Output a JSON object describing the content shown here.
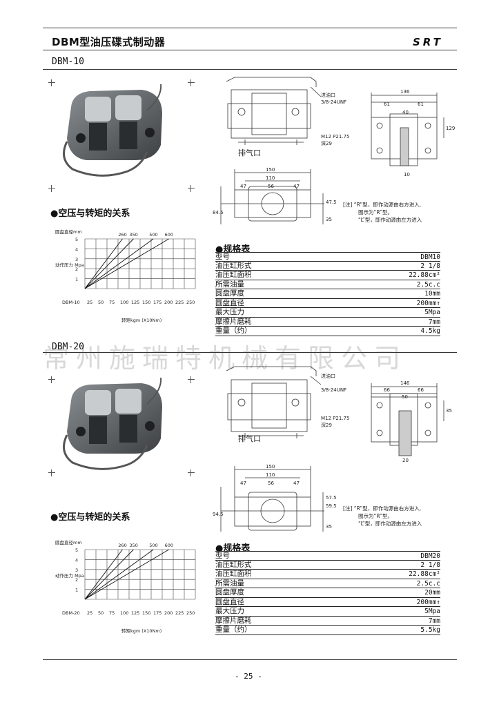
{
  "header": {
    "title": "DBM型油压碟式制动器",
    "logo": "SRT"
  },
  "watermark": "常州施瑞特机械有限公司",
  "page_number": "- 25 -",
  "models": [
    {
      "name": "DBM-10",
      "section_title": "●空压与转矩的关系",
      "spec_title": "●规格表",
      "drawing": {
        "port_label": "进油口",
        "port_thread": "3/8-24UNF",
        "bolt": "M12 P21.75",
        "bolt_depth": "深29",
        "vent": "排气口",
        "dims_side": [
          "136",
          "61",
          "61",
          "40",
          "129",
          "10"
        ],
        "dims_front": [
          "150",
          "110",
          "47",
          "56",
          "47",
          "84.5",
          "47.5",
          "35"
        ]
      },
      "note_lines": [
        "[注]  “R”型，即作动源由右方进入,",
        "图示为“R”型。",
        "“L”型，即作动源由左方进入"
      ],
      "chart_data": {
        "type": "line",
        "title": "",
        "xlabel": "转矩kgm (X10Nm)",
        "ylabel": "动作压力 Mpa",
        "top_axis_label": "圆盘直径mm",
        "model_label": "DBM-10",
        "x_ticks": [
          "25",
          "50",
          "75",
          "100",
          "125",
          "150",
          "175",
          "200",
          "225",
          "250"
        ],
        "y_ticks": [
          "1",
          "2",
          "3",
          "4",
          "5"
        ],
        "top_ticks": [
          "260",
          "350",
          "500",
          "600"
        ],
        "xlim": [
          0,
          250
        ],
        "ylim": [
          0,
          5
        ],
        "grid": true,
        "series": [
          {
            "name": "260",
            "x": [
              0,
              85
            ],
            "y": [
              0,
              5
            ]
          },
          {
            "name": "350",
            "x": [
              0,
              110
            ],
            "y": [
              0,
              5
            ]
          },
          {
            "name": "500",
            "x": [
              0,
              155
            ],
            "y": [
              0,
              5
            ]
          },
          {
            "name": "600",
            "x": [
              0,
              190
            ],
            "y": [
              0,
              5
            ]
          }
        ]
      },
      "specs": [
        {
          "label": "型号",
          "value": "DBM10"
        },
        {
          "label": "油压缸形式",
          "value": "2 1/8"
        },
        {
          "label": "油压缸面积",
          "value": "22.88cm²"
        },
        {
          "label": "所需油量",
          "value": "2.5c.c"
        },
        {
          "label": "圆盘厚度",
          "value": "10mm"
        },
        {
          "label": "圆盘直径",
          "value": "200mm↑"
        },
        {
          "label": "最大压力",
          "value": "5Mpa"
        },
        {
          "label": "摩擦片磨耗",
          "value": "7mm"
        },
        {
          "label": "重量（约）",
          "value": "4.5kg"
        }
      ]
    },
    {
      "name": "DBM-20",
      "section_title": "●空压与转矩的关系",
      "spec_title": "●规格表",
      "drawing": {
        "port_label": "进油口",
        "port_thread": "3/8-24UNF",
        "bolt": "M12 P21.75",
        "bolt_depth": "深29",
        "vent": "排气口",
        "dims_side": [
          "146",
          "66",
          "66",
          "50",
          "35",
          "20"
        ],
        "dims_front": [
          "150",
          "110",
          "47",
          "56",
          "47",
          "94.5",
          "57.5",
          "59.5",
          "35"
        ]
      },
      "note_lines": [
        "[注]  “R”型，即作动源由右方进入,",
        "图示为“R”型。",
        "“L”型，即作动源由左方进入"
      ],
      "chart_data": {
        "type": "line",
        "title": "",
        "xlabel": "转矩kgm (X10Nm)",
        "ylabel": "动作压力 Mpa",
        "top_axis_label": "圆盘直径mm",
        "model_label": "DBM-20",
        "x_ticks": [
          "25",
          "50",
          "75",
          "100",
          "125",
          "150",
          "175",
          "200",
          "225",
          "250"
        ],
        "y_ticks": [
          "1",
          "2",
          "3",
          "4",
          "5"
        ],
        "top_ticks": [
          "260",
          "350",
          "500",
          "600"
        ],
        "xlim": [
          0,
          250
        ],
        "ylim": [
          0,
          5
        ],
        "grid": true,
        "series": [
          {
            "name": "260",
            "x": [
              0,
              85
            ],
            "y": [
              0,
              5
            ]
          },
          {
            "name": "350",
            "x": [
              0,
              110
            ],
            "y": [
              0,
              5
            ]
          },
          {
            "name": "500",
            "x": [
              0,
              155
            ],
            "y": [
              0,
              5
            ]
          },
          {
            "name": "600",
            "x": [
              0,
              190
            ],
            "y": [
              0,
              5
            ]
          }
        ]
      },
      "specs": [
        {
          "label": "型号",
          "value": "DBM20"
        },
        {
          "label": "油压缸形式",
          "value": "2 1/8"
        },
        {
          "label": "油压缸面积",
          "value": "22.88cm²"
        },
        {
          "label": "所需油量",
          "value": "2.5c.c"
        },
        {
          "label": "圆盘厚度",
          "value": "20mm"
        },
        {
          "label": "圆盘直径",
          "value": "200mm↑"
        },
        {
          "label": "最大压力",
          "value": "5Mpa"
        },
        {
          "label": "摩擦片磨耗",
          "value": "7mm"
        },
        {
          "label": "重量（约）",
          "value": "5.5kg"
        }
      ]
    }
  ]
}
